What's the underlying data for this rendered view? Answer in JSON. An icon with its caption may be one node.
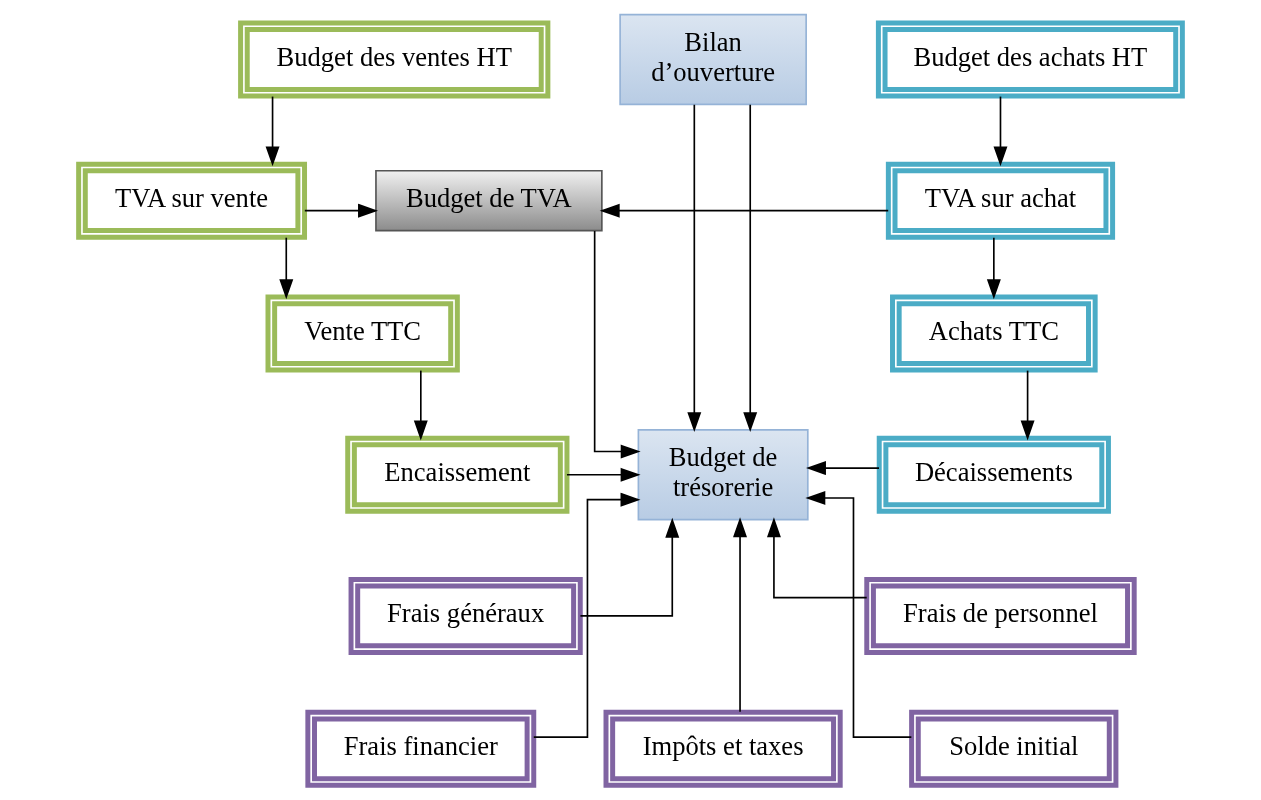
{
  "diagram": {
    "nodes": [
      {
        "text": [
          "Budget des ventes HT"
        ]
      },
      {
        "text": [
          "Bilan d’ouverture"
        ]
      },
      {
        "text": [
          "Budget des achats HT"
        ]
      },
      {
        "text": [
          "TVA sur vente"
        ]
      },
      {
        "text": [
          "Budget de TVA"
        ]
      },
      {
        "text": [
          "TVA sur achat"
        ]
      },
      {
        "text": [
          "Vente TTC"
        ]
      },
      {
        "text": [
          "Achats TTC"
        ]
      },
      {
        "text": [
          "Encaissement"
        ]
      },
      {
        "text": [
          "Budget de trésorerie"
        ]
      },
      {
        "text": [
          "Décaissements"
        ]
      },
      {
        "text": [
          "Frais généraux"
        ]
      },
      {
        "text": [
          "Frais de personnel"
        ]
      },
      {
        "text": [
          "Frais financier"
        ]
      },
      {
        "text": [
          "Impôts et taxes"
        ]
      },
      {
        "text": [
          "Solde initial"
        ]
      }
    ],
    "edges": [
      {
        "from": 0,
        "to": 3,
        "arrow": "to"
      },
      {
        "from": 3,
        "to": 6,
        "arrow": "to"
      },
      {
        "from": 6,
        "to": 8,
        "arrow": "to"
      },
      {
        "from": 2,
        "to": 5,
        "arrow": "to"
      },
      {
        "from": 5,
        "to": 7,
        "arrow": "to"
      },
      {
        "from": 7,
        "to": 10,
        "arrow": "to"
      },
      {
        "from": 3,
        "to": 4,
        "arrow": "to"
      },
      {
        "from": 5,
        "to": 4,
        "arrow": "to"
      },
      {
        "from": 1,
        "to": 9,
        "arrow": "to"
      },
      {
        "from": 1,
        "to": 9,
        "arrow": "to"
      },
      {
        "from": 4,
        "to": 9,
        "arrow": "to"
      },
      {
        "from": 8,
        "to": 9,
        "arrow": "to"
      },
      {
        "from": 10,
        "to": 9,
        "arrow": "to"
      },
      {
        "from": 11,
        "to": 9,
        "arrow": "to"
      },
      {
        "from": 13,
        "to": 9,
        "arrow": "to"
      },
      {
        "from": 14,
        "to": 9,
        "arrow": "to"
      },
      {
        "from": 15,
        "to": 9,
        "arrow": "to"
      },
      {
        "from": 12,
        "to": 9,
        "arrow": "to"
      }
    ]
  }
}
